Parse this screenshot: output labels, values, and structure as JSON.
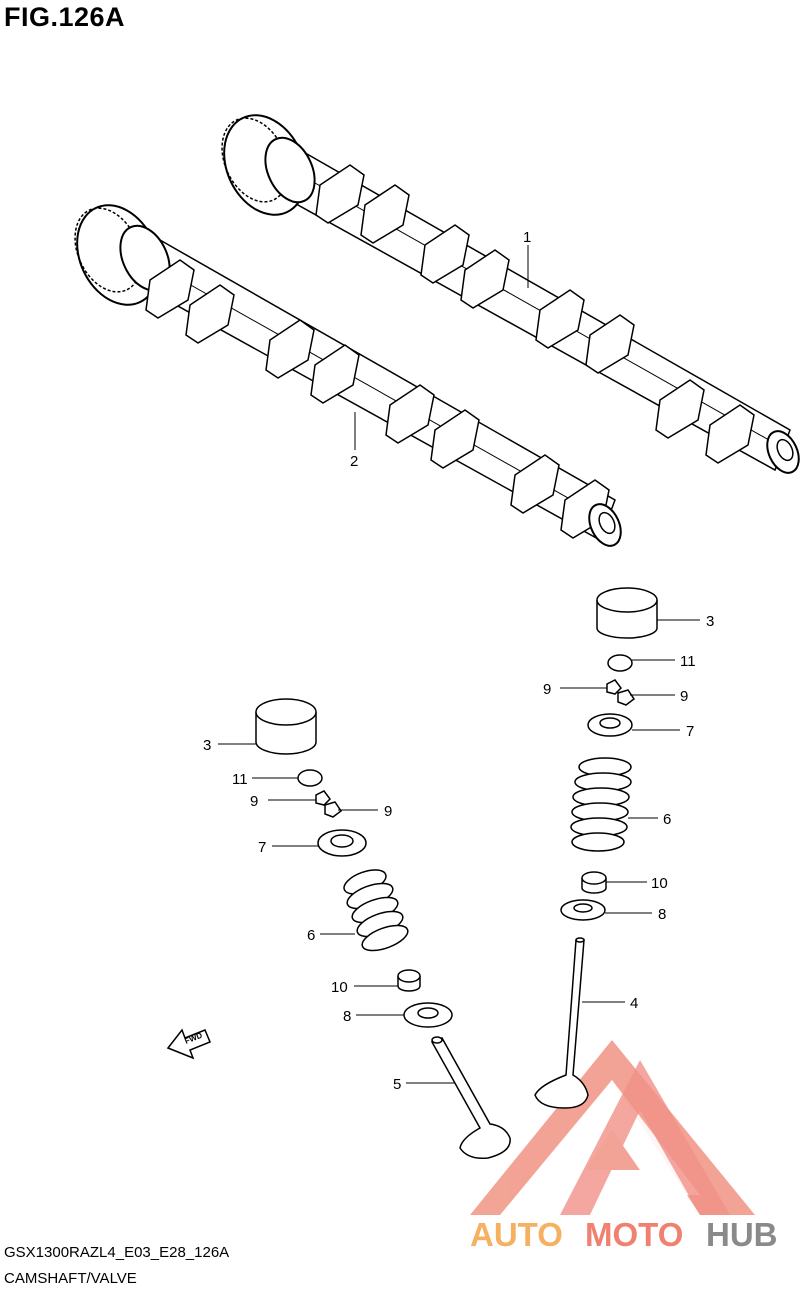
{
  "figure": {
    "title": "FIG.126A"
  },
  "callouts": [
    {
      "id": "p1",
      "label": "1"
    },
    {
      "id": "p2",
      "label": "2"
    },
    {
      "id": "p3r",
      "label": "3"
    },
    {
      "id": "p11r",
      "label": "11"
    },
    {
      "id": "p9ra",
      "label": "9"
    },
    {
      "id": "p9rb",
      "label": "9"
    },
    {
      "id": "p7r",
      "label": "7"
    },
    {
      "id": "p6r",
      "label": "6"
    },
    {
      "id": "p10r",
      "label": "10"
    },
    {
      "id": "p8r",
      "label": "8"
    },
    {
      "id": "p4",
      "label": "4"
    },
    {
      "id": "p3l",
      "label": "3"
    },
    {
      "id": "p11l",
      "label": "11"
    },
    {
      "id": "p9la",
      "label": "9"
    },
    {
      "id": "p9lb",
      "label": "9"
    },
    {
      "id": "p7l",
      "label": "7"
    },
    {
      "id": "p6l",
      "label": "6"
    },
    {
      "id": "p10l",
      "label": "10"
    },
    {
      "id": "p8l",
      "label": "8"
    },
    {
      "id": "p5",
      "label": "5"
    }
  ],
  "direction_arrow": {
    "label": "FWD"
  },
  "footer": {
    "code": "GSX1300RAZL4_E03_E28_126A",
    "name": "CAMSHAFT/VALVE"
  },
  "watermark": {
    "part1": "AUTO",
    "part2": "MOTO",
    "part3": "HUB",
    "color_red": "#f08070",
    "color_orange": "#f5b060",
    "color_gray": "#8a8a8a"
  }
}
